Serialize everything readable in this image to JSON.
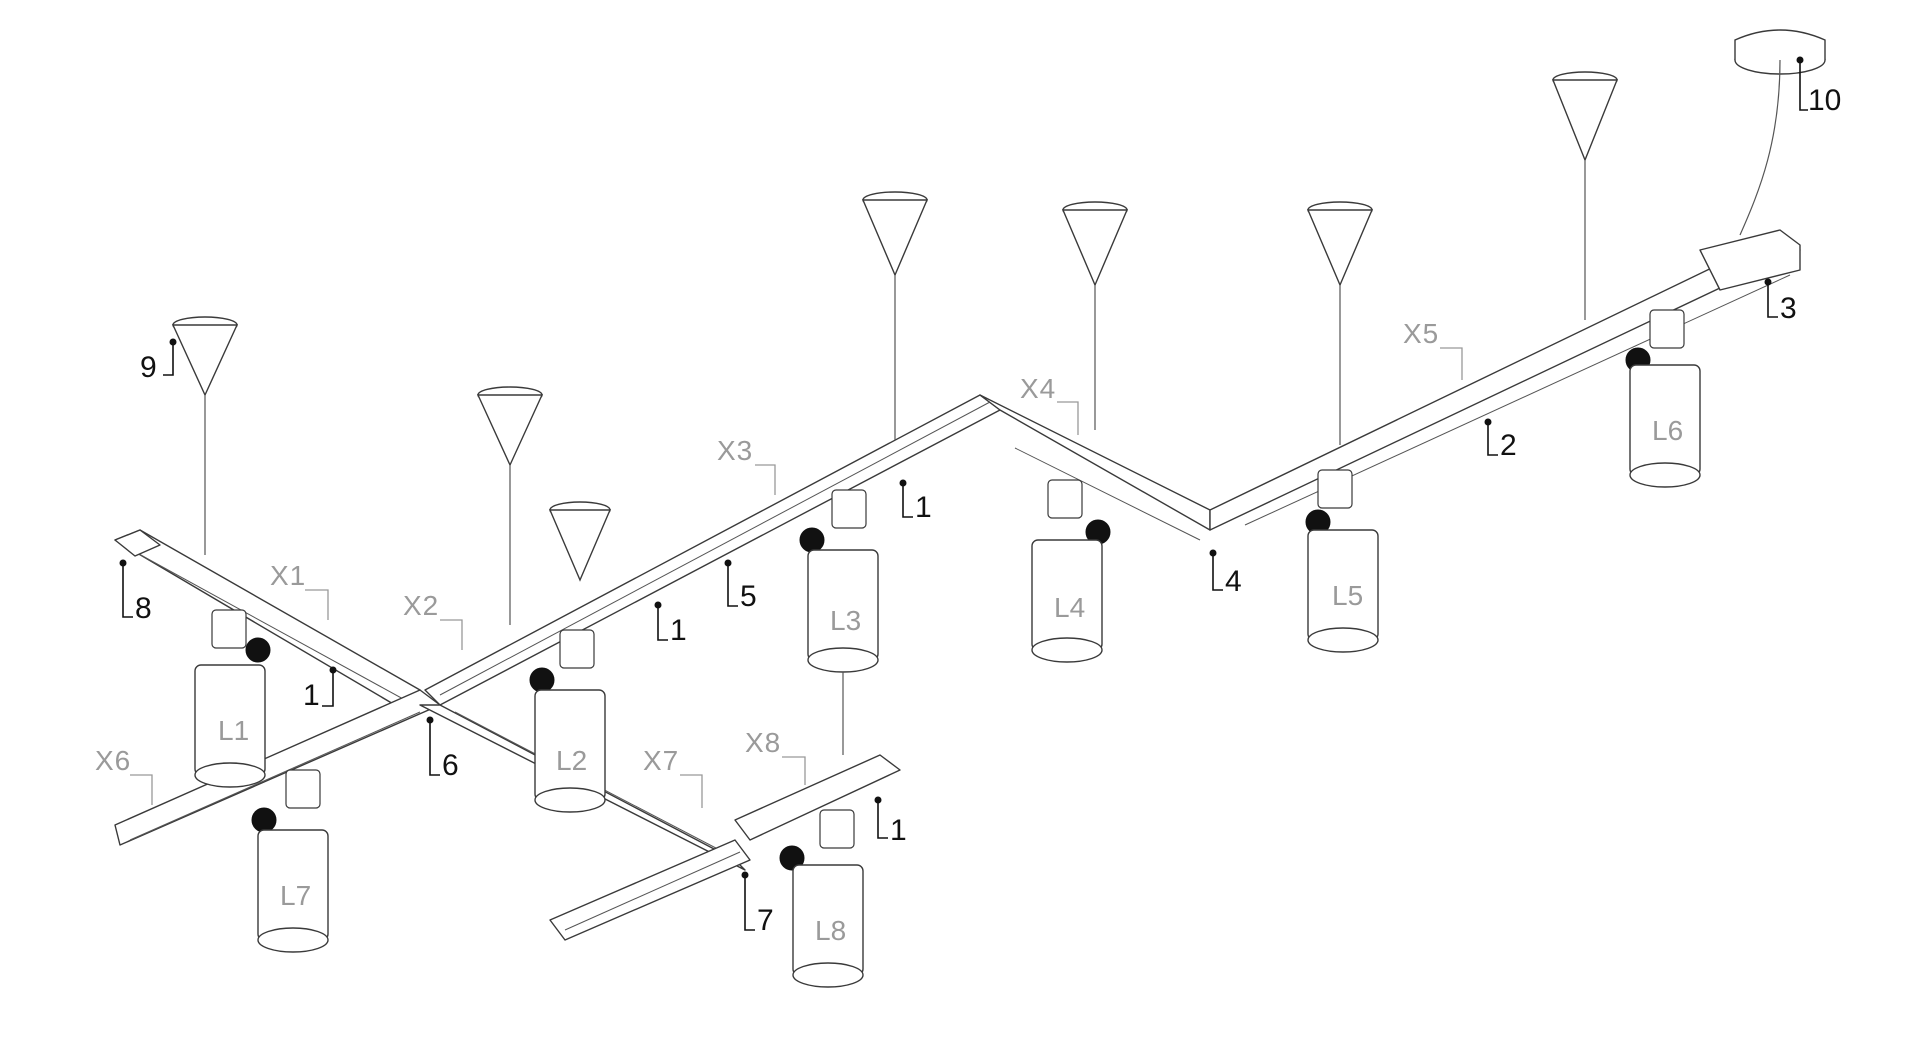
{
  "diagram": {
    "part_numbers": [
      "1",
      "1",
      "1",
      "1",
      "2",
      "3",
      "4",
      "5",
      "6",
      "7",
      "8",
      "9",
      "10"
    ],
    "section_labels": [
      "X1",
      "X2",
      "X3",
      "X4",
      "X5",
      "X6",
      "X7",
      "X8"
    ],
    "lamp_labels": [
      "L1",
      "L2",
      "L3",
      "L4",
      "L5",
      "L6",
      "L7",
      "L8"
    ],
    "colors": {
      "line": "#3a3a3a",
      "callout_black": "#111111",
      "callout_grey": "#9a9a9a",
      "knob": "#111111"
    }
  }
}
